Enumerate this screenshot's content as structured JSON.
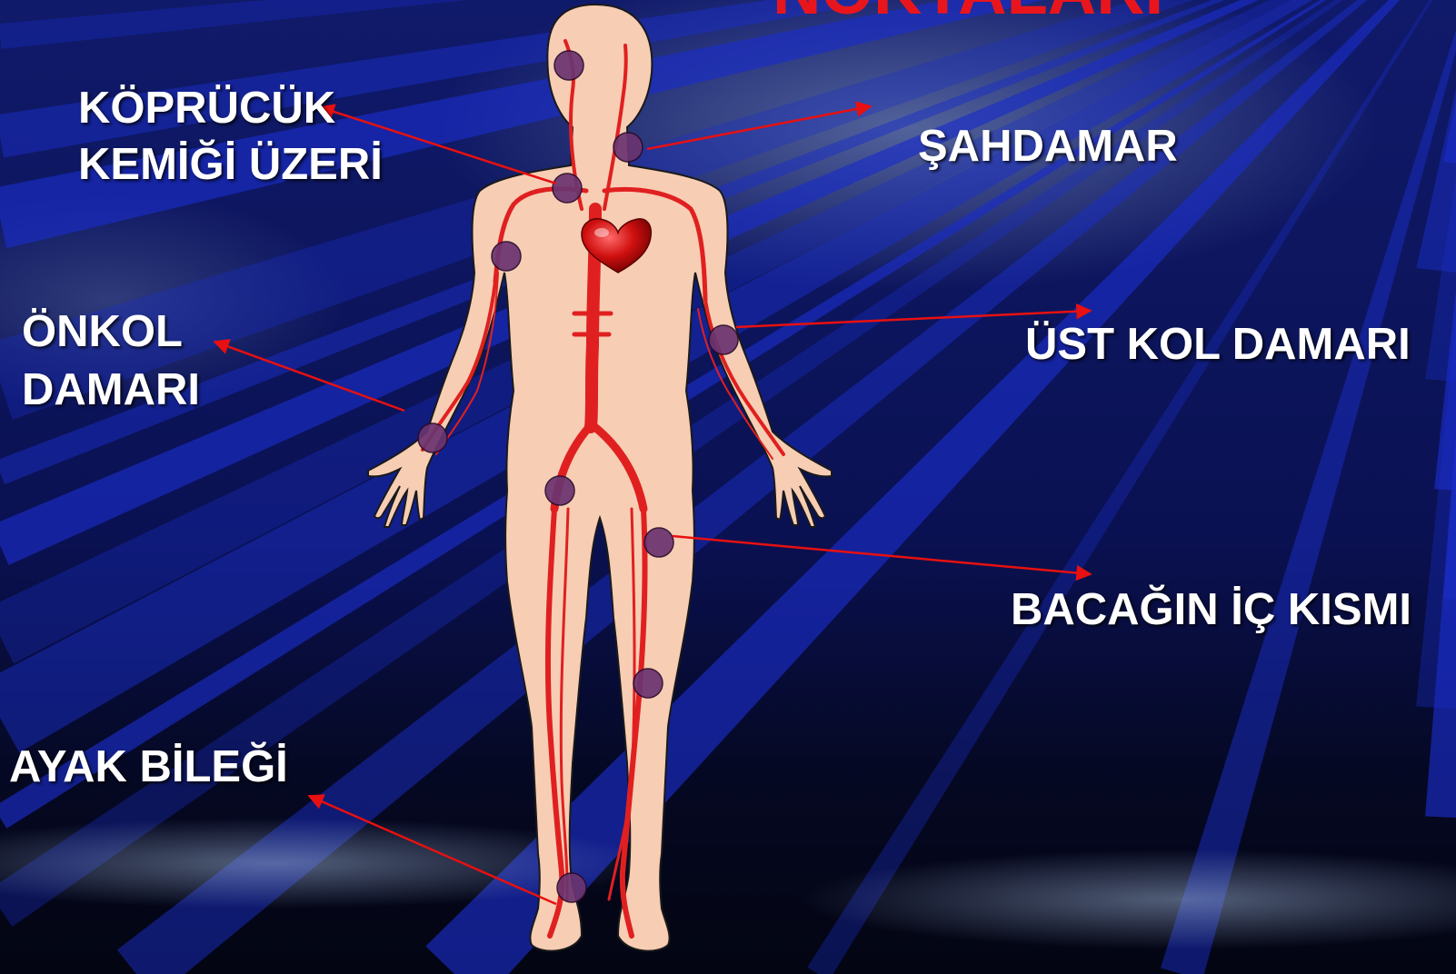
{
  "title": "NOKTALARI",
  "labels": {
    "kopruck_line1": "KÖPRÜCÜK",
    "kopruck_line2": "KEMİĞİ ÜZERİ",
    "onkol_line1": "ÖNKOL",
    "onkol_line2": "DAMARI",
    "ayak": "AYAK  BİLEĞİ",
    "sahdamar": "ŞAHDAMAR",
    "ust_kol": "ÜST KOL DAMARI",
    "bacak_ic": "BACAĞIN İÇ KISMI"
  },
  "colors": {
    "background": "#06092a",
    "rays": "#1a2dc8",
    "skin": "#f7cdb4",
    "vessel": "#e02020",
    "pulse_point": "#6a3470",
    "arrow": "#e81010",
    "label_text": "#ffffff",
    "title_text": "#e8161c"
  },
  "icons": {
    "heart": "heart-icon",
    "pulse_point": "pulse-point-marker"
  }
}
